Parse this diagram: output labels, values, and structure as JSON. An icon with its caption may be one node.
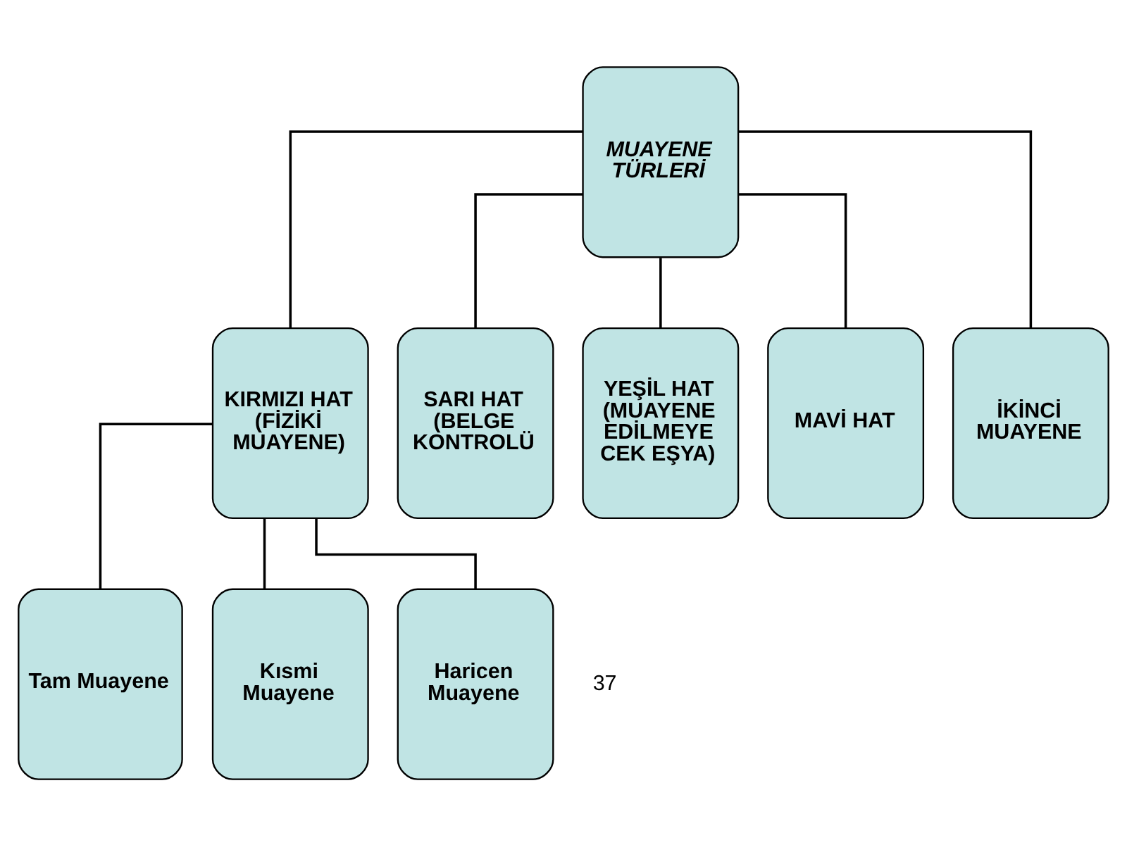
{
  "diagram": {
    "nodes": [
      {
        "text": [
          "MUAYENE TÜRLERİ"
        ]
      },
      {
        "text": [
          "KIRMIZI HAT (FİZİKİ MUAYENE)"
        ]
      },
      {
        "text": [
          "SARI HAT (BELGE KONTROLÜ"
        ]
      },
      {
        "text": [
          "YEŞİL HAT (MUAYENE EDİLMEYE CEK EŞYA)"
        ]
      },
      {
        "text": [
          "MAVİ HAT"
        ]
      },
      {
        "text": [
          "İKİNCİ MUAYENE"
        ]
      },
      {
        "text": [
          "Tam Muayene"
        ]
      },
      {
        "text": [
          "Kısmi Muayene"
        ]
      },
      {
        "text": [
          "Haricen Muayene"
        ]
      }
    ],
    "edges": [
      {
        "from": 0,
        "to": 1,
        "arrow": "none"
      },
      {
        "from": 0,
        "to": 2,
        "arrow": "none"
      },
      {
        "from": 0,
        "to": 3,
        "arrow": "none"
      },
      {
        "from": 0,
        "to": 4,
        "arrow": "none"
      },
      {
        "from": 0,
        "to": 5,
        "arrow": "none"
      },
      {
        "from": 1,
        "to": 6,
        "arrow": "none"
      },
      {
        "from": 1,
        "to": 7,
        "arrow": "none"
      },
      {
        "from": 1,
        "to": 8,
        "arrow": "none"
      }
    ],
    "labels": [
      "37"
    ]
  }
}
